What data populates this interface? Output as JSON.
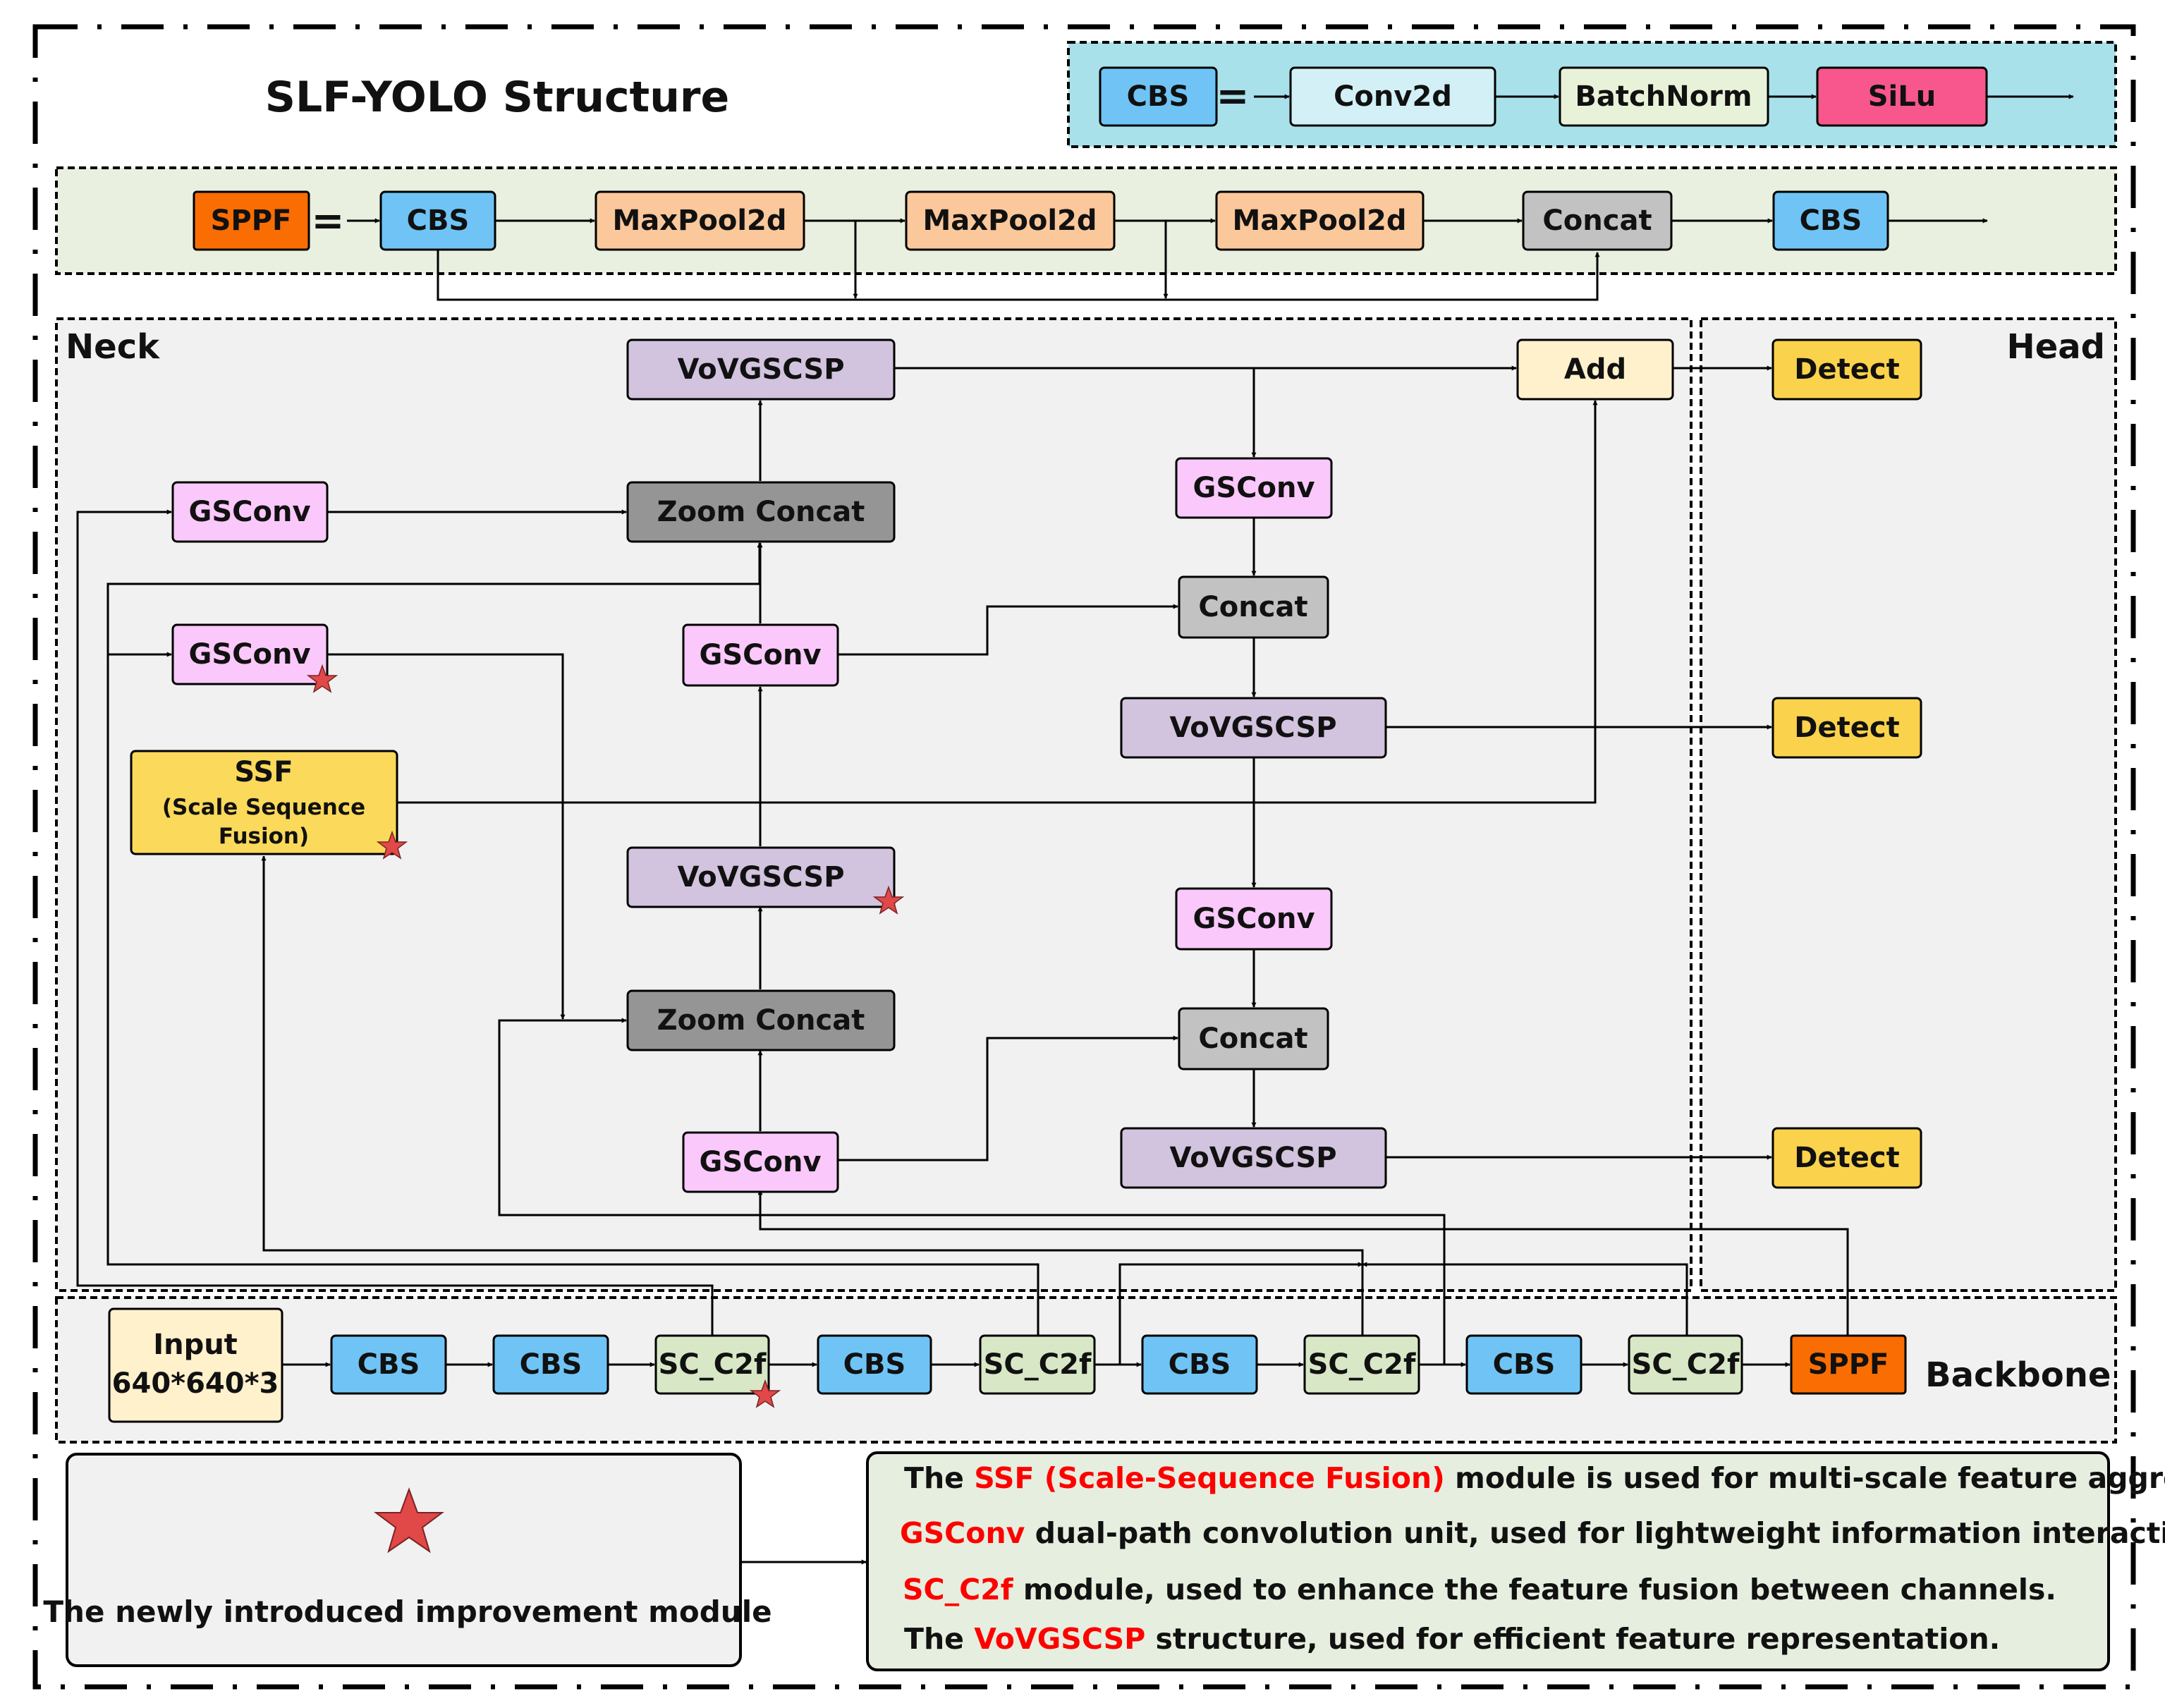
{
  "title": "SLF-YOLO Structure",
  "cbs_def": {
    "lhs": "CBS",
    "eq": "=",
    "parts": [
      "Conv2d",
      "BatchNorm",
      "SiLu"
    ]
  },
  "sppf_def": {
    "lhs": "SPPF",
    "eq": "=",
    "cbs_in": "CBS",
    "pools": [
      "MaxPool2d",
      "MaxPool2d",
      "MaxPool2d"
    ],
    "concat": "Concat",
    "cbs_out": "CBS"
  },
  "neck": {
    "label": "Neck",
    "gsconv_top": "GSConv",
    "gsconv_star": "GSConv",
    "ssf_title": "SSF",
    "ssf_sub1": "(Scale Sequence",
    "ssf_sub2": "Fusion)",
    "vov_top": "VoVGSCSP",
    "zoom_concat_top": "Zoom Concat",
    "gsconv_mid": "GSConv",
    "vov_star": "VoVGSCSP",
    "zoom_concat_bottom": "Zoom Concat",
    "gsconv_bottom": "GSConv",
    "gsconv_r1": "GSConv",
    "concat_r1": "Concat",
    "vov_r1": "VoVGSCSP",
    "gsconv_r2": "GSConv",
    "concat_r2": "Concat",
    "vov_r2": "VoVGSCSP",
    "add": "Add"
  },
  "head": {
    "label": "Head",
    "detect": [
      "Detect",
      "Detect",
      "Detect"
    ]
  },
  "backbone": {
    "label": "Backbone",
    "input_line1": "Input",
    "input_line2": "640*640*3",
    "cbs": "CBS",
    "sc_c2f": "SC_C2f",
    "sppf": "SPPF"
  },
  "legend": {
    "star_caption": "The newly introduced improvement module",
    "line1": {
      "pre": "The ",
      "key": "SSF (Scale-Sequence Fusion)",
      "post": " module is used for multi-scale feature aggregation."
    },
    "line2": {
      "pre": "",
      "key": "GSConv",
      "post": " dual-path convolution unit, used for lightweight information interaction."
    },
    "line3": {
      "pre": "",
      "key": "SC_C2f",
      "post": " module, used to enhance the feature fusion between channels."
    },
    "line4": {
      "pre": "The ",
      "key": "VoVGSCSP",
      "post": " structure, used for efficient feature representation."
    }
  },
  "colors": {
    "cbs": "#6fc4f5",
    "conv2d": "#d2f0f6",
    "batchnorm": "#e8f2d9",
    "silu": "#f7578c",
    "sppf": "#fa6d02",
    "maxpool": "#fbc89b",
    "concat": "#c2c2c2",
    "gsconv": "#fac8fa",
    "vov": "#d2c3de",
    "zoom": "#959595",
    "ssf": "#fbd95a",
    "detect": "#fbd24c",
    "add": "#fff1cc",
    "input": "#fff1cc",
    "sc_c2f": "#d8e7c6",
    "cbs_panel": "#a9e1ea",
    "sppf_panel": "#e9f0df",
    "section_bg": "#f1f1f1",
    "legend_bg": "#e6efdf",
    "star": "#e14848",
    "key_red": "#ff0000"
  }
}
